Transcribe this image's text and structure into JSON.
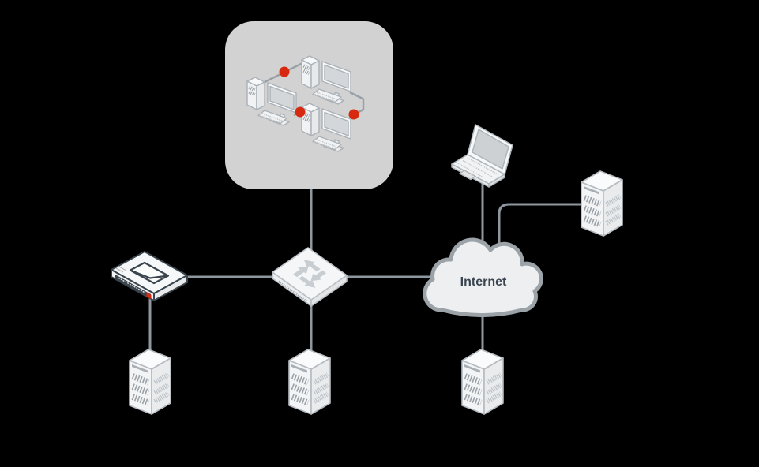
{
  "background_color": "#000000",
  "colors": {
    "lan_box_fill": "#d2d2d2",
    "connection_line": "#8f979e",
    "lan_inner_line": "#99a0a6",
    "link_dot_red": "#d7290f",
    "cloud_fill": "#edeff0",
    "cloud_stroke": "#9ba2a8",
    "internet_text": "#3a4550",
    "device_fill": "#f5f6f7",
    "device_outline": "#b5bbc0",
    "appliance_outline": "#3a444d",
    "appliance_badge_red": "#d7290f"
  },
  "diagram": {
    "type": "network-topology",
    "internet_cloud": {
      "label": "Internet"
    },
    "nodes": [
      {
        "id": "lan-segment",
        "kind": "lan-workstation-group",
        "workstations": 3,
        "link_dots": 3
      },
      {
        "id": "mail-appliance",
        "kind": "mail-security-appliance",
        "icon": "envelope-icon"
      },
      {
        "id": "switch",
        "kind": "network-switch",
        "icon": "switch-arrows-icon"
      },
      {
        "id": "internet",
        "kind": "cloud",
        "label": "Internet"
      },
      {
        "id": "laptop",
        "kind": "laptop"
      },
      {
        "id": "remote-server",
        "kind": "server"
      },
      {
        "id": "server-below-appliance",
        "kind": "server"
      },
      {
        "id": "server-below-switch",
        "kind": "server"
      },
      {
        "id": "server-below-internet",
        "kind": "server"
      }
    ],
    "edges": [
      {
        "from": "lan-segment",
        "to": "switch"
      },
      {
        "from": "mail-appliance",
        "to": "switch"
      },
      {
        "from": "mail-appliance",
        "to": "server-below-appliance"
      },
      {
        "from": "switch",
        "to": "server-below-switch"
      },
      {
        "from": "switch",
        "to": "internet"
      },
      {
        "from": "internet",
        "to": "laptop"
      },
      {
        "from": "internet",
        "to": "remote-server"
      },
      {
        "from": "internet",
        "to": "server-below-internet"
      }
    ]
  }
}
